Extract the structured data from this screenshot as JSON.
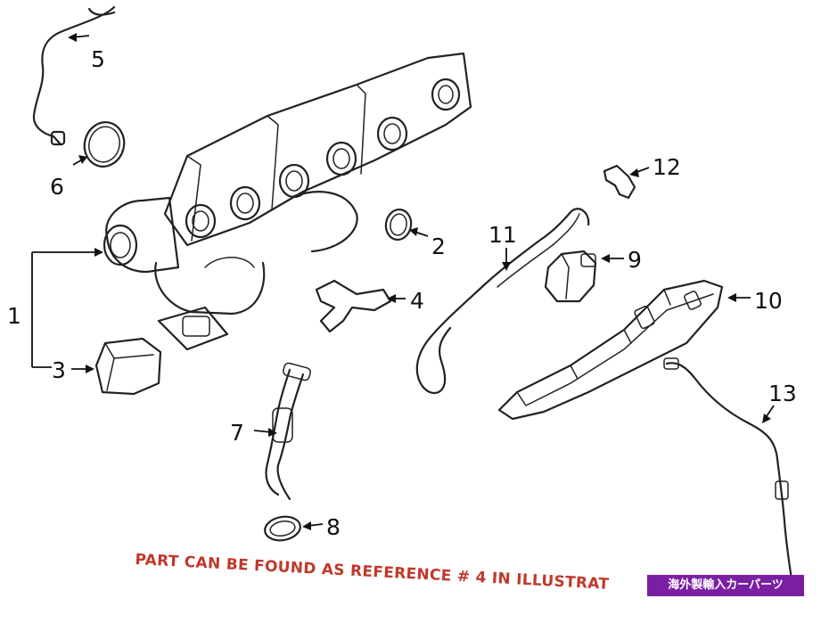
{
  "callouts": {
    "c1": "1",
    "c2": "2",
    "c3": "3",
    "c4": "4",
    "c5": "5",
    "c6": "6",
    "c7": "7",
    "c8": "8",
    "c9": "9",
    "c10": "10",
    "c11": "11",
    "c12": "12",
    "c13": "13"
  },
  "note": "PART CAN BE FOUND AS REFERENCE # 4 IN ILLUSTRAT",
  "badge": "海外製輸入カーパーツ",
  "colors": {
    "note": "#c0392b",
    "badge_bg": "#7b1fa2",
    "line": "#222222"
  }
}
